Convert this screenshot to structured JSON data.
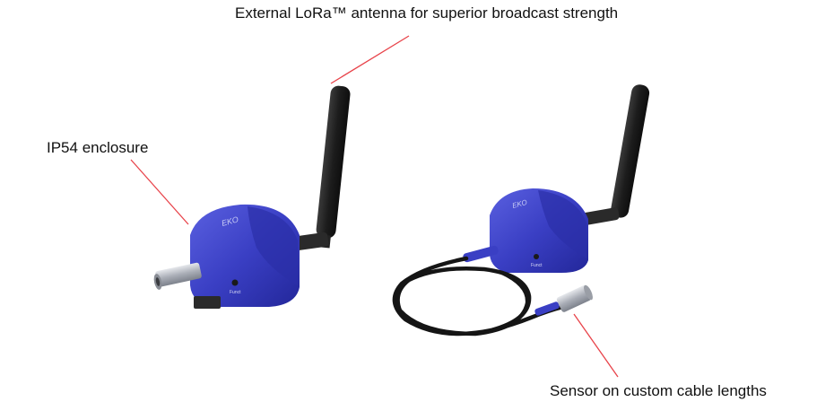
{
  "callouts": {
    "antenna": "External LoRa™ antenna for superior broadcast strength",
    "enclosure": "IP54 enclosure",
    "sensor": "Sensor on custom cable lengths"
  },
  "device_text": {
    "button_label_left": "Funct",
    "button_label_right": "Funct"
  },
  "colors": {
    "callout_line": "#e8434a",
    "enclosure_blue": "#3a3fc4",
    "antenna_black": "#1c1c1c",
    "cable_black": "#151515",
    "sensor_steel": "#b8bcc4"
  }
}
